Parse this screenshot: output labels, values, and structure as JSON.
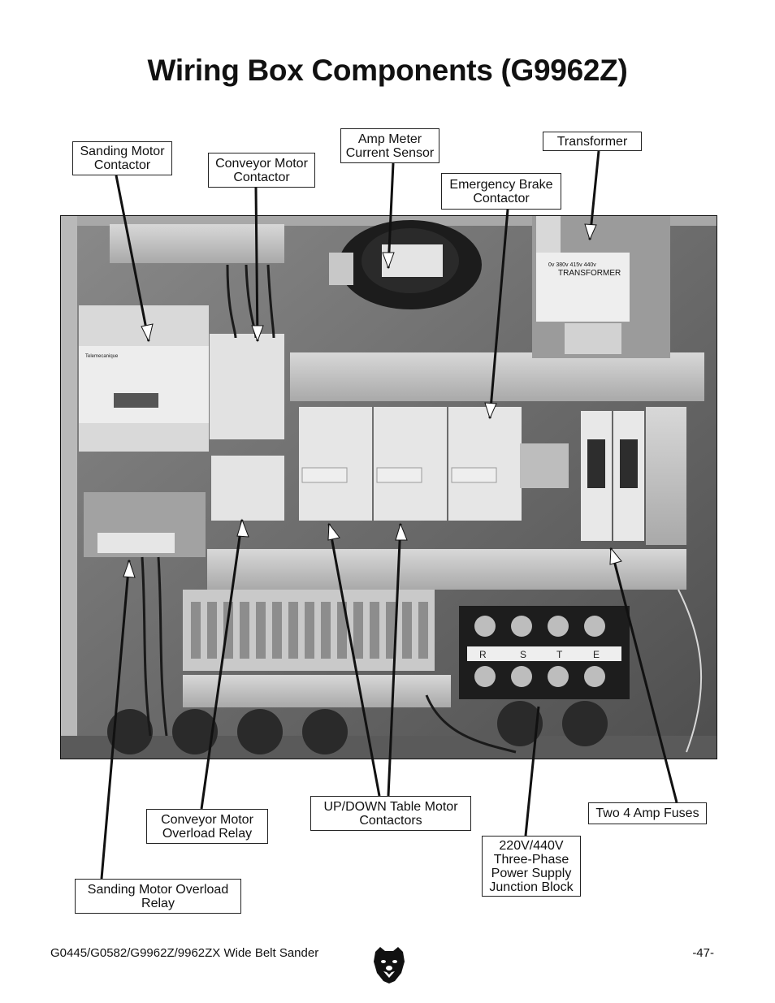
{
  "title": "Wiring Box Components (G9962Z)",
  "callouts": {
    "sanding_contactor": [
      "Sanding Motor",
      "Contactor"
    ],
    "conveyor_contactor": [
      "Conveyor Motor",
      "Contactor"
    ],
    "amp_meter": [
      "Amp Meter",
      "Current Sensor"
    ],
    "transformer": [
      "Transformer"
    ],
    "brake_contactor": [
      "Emergency Brake",
      "Contactor"
    ],
    "conveyor_overload": [
      "Conveyor Motor",
      "Overload Relay"
    ],
    "updown_contactors": [
      "UP/DOWN Table Motor",
      "Contactors"
    ],
    "two_fuses": [
      "Two 4 Amp Fuses"
    ],
    "junction_block": [
      "220V/440V",
      "Three-Phase",
      "Power Supply",
      "Junction Block"
    ],
    "sanding_overload": [
      "Sanding Motor Overload",
      "Relay"
    ]
  },
  "photo_text": {
    "transformer_plate": "TRANSFORMER",
    "transformer_volts": "0v  380v  415v  440v",
    "contactor_brand": "Telemecanique",
    "terminal_letters": [
      "R",
      "S",
      "T",
      "E"
    ]
  },
  "footer": {
    "model_line": "G0445/G0582/G9962Z/9962ZX Wide Belt Sander",
    "page_number": "-47-"
  },
  "colors": {
    "leader_line": "#111111",
    "photo_background": "#6d6d6d"
  }
}
